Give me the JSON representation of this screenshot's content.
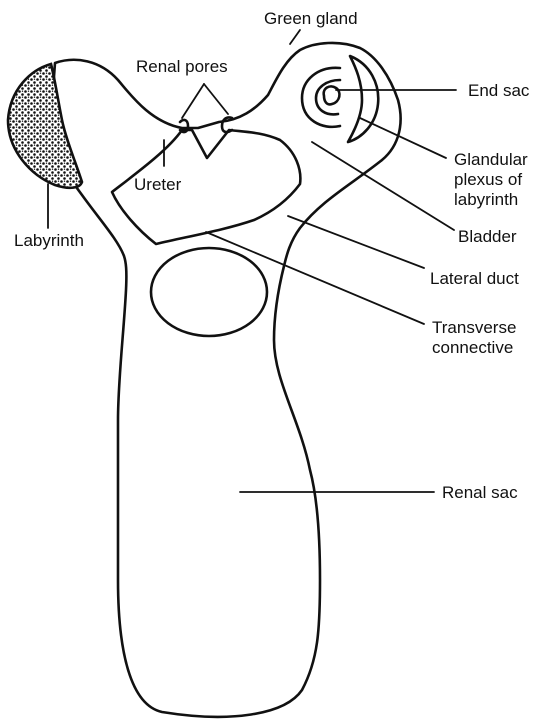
{
  "diagram": {
    "labels": {
      "green_gland": "Green gland",
      "renal_pores": "Renal pores",
      "end_sac": "End sac",
      "ureter": "Ureter",
      "glandular_line1": "Glandular",
      "glandular_line2": "plexus of",
      "glandular_line3": "labyrinth",
      "labyrinth": "Labyrinth",
      "bladder": "Bladder",
      "lateral_duct": "Lateral duct",
      "transverse_line1": "Transverse",
      "transverse_line2": "connective",
      "renal_sac": "Renal sac"
    },
    "colors": {
      "ink": "#111111",
      "background": "#ffffff"
    }
  }
}
